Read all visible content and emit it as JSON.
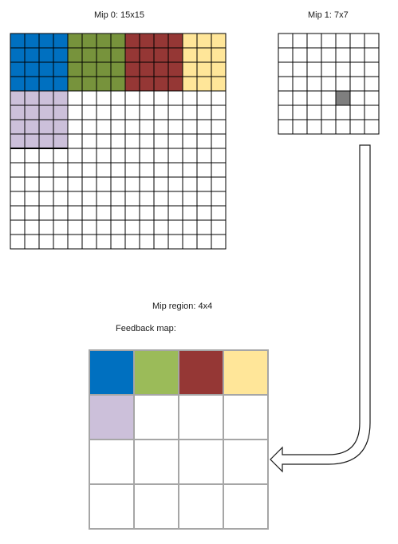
{
  "labels": {
    "mip0": "Mip 0: 15x15",
    "mip1": "Mip 1: 7x7",
    "mip_region": "Mip region: 4x4",
    "feedback_map": "Feedback map:"
  },
  "colors": {
    "blue": "#0070c0",
    "green": "#77933c",
    "red": "#953735",
    "yellow": "#ffe699",
    "lavender": "#ccc0da",
    "grey_cell": "#7f7f7f",
    "fm_green": "#9bbb59",
    "fm_red": "#953735",
    "grid_line": "#000000",
    "fm_grid_line": "#a6a6a6"
  },
  "mip0": {
    "size": 15,
    "regions": [
      {
        "name": "blue-region",
        "color": "blue",
        "rows": [
          0,
          4
        ],
        "cols": [
          0,
          4
        ]
      },
      {
        "name": "green-region",
        "color": "green",
        "rows": [
          0,
          4
        ],
        "cols": [
          4,
          8
        ]
      },
      {
        "name": "red-region",
        "color": "red",
        "rows": [
          0,
          4
        ],
        "cols": [
          8,
          12
        ]
      },
      {
        "name": "yellow-region",
        "color": "yellow",
        "rows": [
          0,
          4
        ],
        "cols": [
          12,
          15
        ]
      },
      {
        "name": "lavender-region",
        "color": "lavender",
        "rows": [
          4,
          8
        ],
        "cols": [
          0,
          4
        ]
      }
    ]
  },
  "mip1": {
    "size": 7,
    "highlight": {
      "row": 4,
      "col": 4,
      "color": "grey_cell"
    }
  },
  "feedback_map": {
    "size": 4,
    "cells": [
      [
        "blue",
        "fm_green",
        "fm_red",
        "yellow"
      ],
      [
        "lavender",
        null,
        null,
        null
      ],
      [
        null,
        null,
        null,
        null
      ],
      [
        null,
        null,
        null,
        null
      ]
    ]
  }
}
